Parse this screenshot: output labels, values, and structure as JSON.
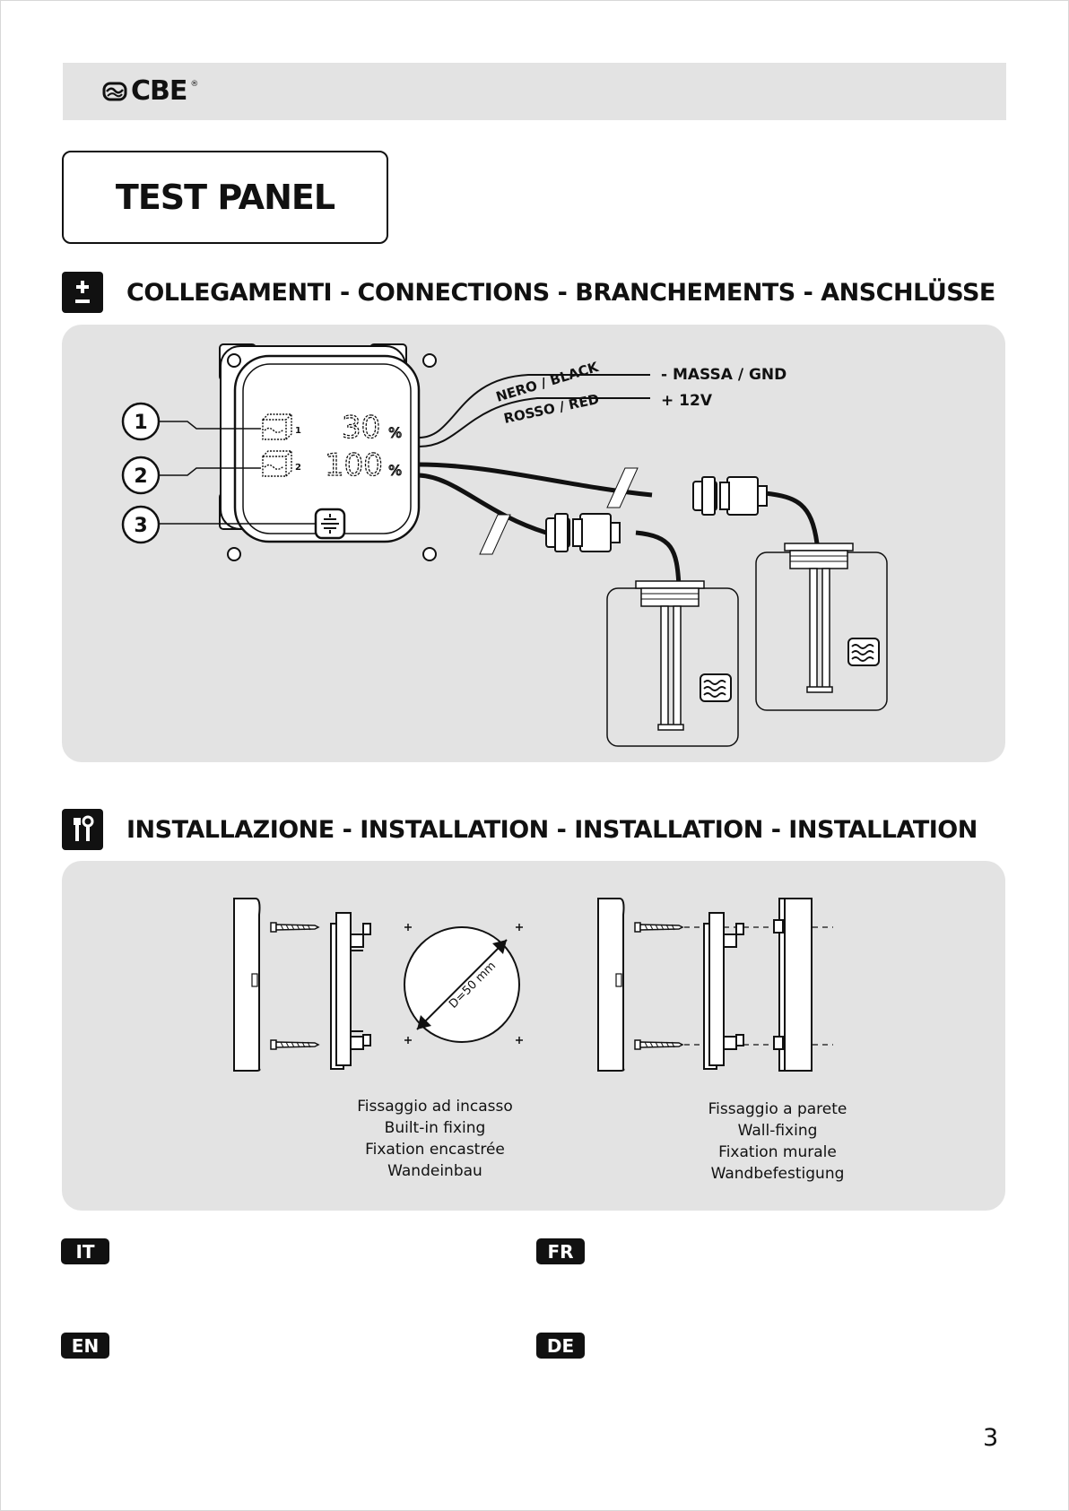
{
  "header": {
    "brand": "CBE",
    "brand_mark": "®"
  },
  "title": "TEST PANEL",
  "connections": {
    "heading": "COLLEGAMENTI - CONNECTIONS - BRANCHEMENTS - ANSCHLÜSSE",
    "wire_black": "NERO / BLACK",
    "wire_red": "ROSSO / RED",
    "label_gnd": "- MASSA / GND",
    "label_12v": "+ 12V",
    "display_tank1_index": "1",
    "display_tank2_index": "2",
    "display_value_1": "30",
    "display_value_2": "100",
    "display_unit": "%",
    "callouts": [
      "1",
      "2",
      "3"
    ]
  },
  "installation": {
    "heading": "INSTALLAZIONE - INSTALLATION - INSTALLATION - INSTALLATION",
    "diameter_label": "D=50 mm",
    "builtin_caption": [
      "Fissaggio ad incasso",
      "Built-in fixing",
      "Fixation encastrée",
      "Wandeinbau"
    ],
    "wall_caption": [
      "Fissaggio a parete",
      "Wall-fixing",
      "Fixation murale",
      "Wandbefestigung"
    ]
  },
  "languages": [
    "IT",
    "FR",
    "EN",
    "DE"
  ],
  "page_number": "3",
  "icons": [
    "cbe-logo-icon",
    "plus-minus-icon",
    "tools-icon",
    "tank-icon",
    "water-level-icon",
    "test-button-icon"
  ]
}
